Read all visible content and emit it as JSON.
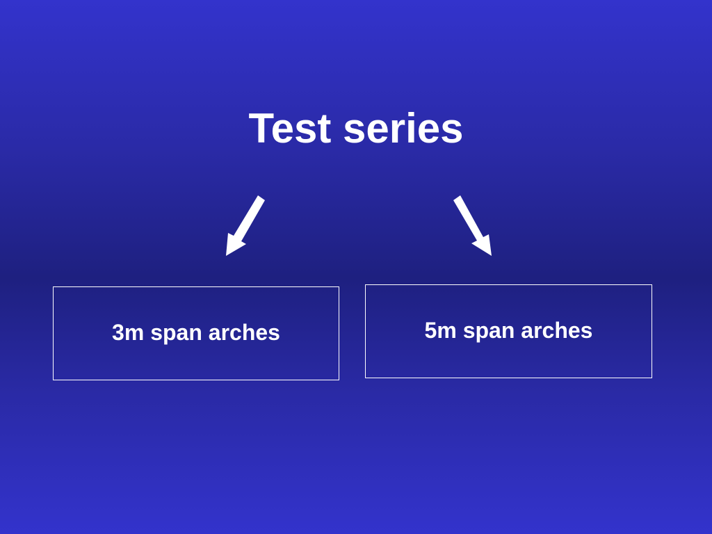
{
  "slide": {
    "title": "Test series",
    "background_top_color": "#3333cc",
    "background_middle_color": "#1e2080",
    "foreground_color": "#ffffff"
  },
  "diagram": {
    "nodes": [
      {
        "id": "root",
        "label": "Test series"
      },
      {
        "id": "left",
        "label": "3m span arches"
      },
      {
        "id": "right",
        "label": "5m span arches"
      }
    ],
    "edges": [
      {
        "from": "root",
        "to": "left"
      },
      {
        "from": "root",
        "to": "right"
      }
    ]
  }
}
